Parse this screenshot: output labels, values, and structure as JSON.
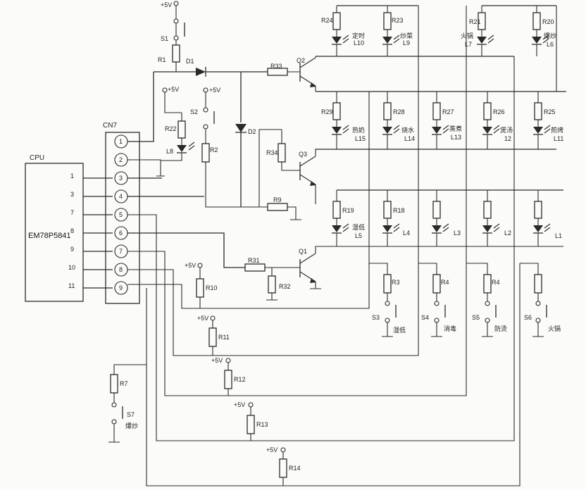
{
  "cpu": {
    "label": "CPU",
    "chip": "EM78P5841",
    "pins": [
      "1",
      "3",
      "7",
      "8",
      "9",
      "10",
      "11"
    ]
  },
  "connector": {
    "label": "CN7",
    "pins": [
      "1",
      "2",
      "3",
      "4",
      "5",
      "6",
      "7",
      "8",
      "9"
    ]
  },
  "supply": "+5V",
  "resistors": {
    "r1": "R1",
    "r7": "R7",
    "r9": "R9",
    "r10": "R10",
    "r11": "R11",
    "r12": "R12",
    "r13": "R13",
    "r14": "R14",
    "r22": "R22",
    "r31": "R31",
    "r32": "R32",
    "r33": "R33",
    "r34": "R34",
    "r24": "R24",
    "r23": "R23",
    "r21": "R21",
    "r20": "R20",
    "r29": "R29",
    "r28": "R28",
    "r27": "R27",
    "r26": "R26",
    "r25": "R25",
    "r19": "R19",
    "r18": "R18",
    "r3": "R3",
    "r4a": "R4",
    "r4b": "R4"
  },
  "resistor_r2_label": "R2",
  "diodes": {
    "d1": "D1",
    "d2": "D2"
  },
  "transistors": {
    "q1": "Q1",
    "q2": "Q2",
    "q3": "Q3"
  },
  "switches": {
    "s1": "S1",
    "s2": "S2",
    "s3": "S3",
    "s4": "S4",
    "s5": "S5",
    "s6": "S6",
    "s7": "S7"
  },
  "switch_text": {
    "s3": "湿低",
    "s4": "消毒",
    "s5": "防烫",
    "s6": "火锅",
    "s7": "爆炒"
  },
  "leds": {
    "l10": {
      "name": "定时",
      "id": "L10"
    },
    "l9": {
      "name": "炒菜",
      "id": "L9"
    },
    "l7": {
      "name": "火锅",
      "id": "L7"
    },
    "l6": {
      "name": "爆炒",
      "id": "L6"
    },
    "l15": {
      "name": "热奶",
      "id": "L15"
    },
    "l14": {
      "name": "烧水",
      "id": "L14"
    },
    "l13": {
      "name": "蒸煮",
      "id": "L13"
    },
    "l12": {
      "name": "煲汤",
      "id": "12"
    },
    "l11": {
      "name": "煎烤",
      "id": "L11"
    },
    "l5": {
      "name": "湿低",
      "id": "L5"
    },
    "l4": {
      "name": "",
      "id": "L4"
    },
    "l3": {
      "name": "",
      "id": "L3"
    },
    "l2": {
      "name": "",
      "id": "L2"
    },
    "l1": {
      "name": "",
      "id": "L1"
    },
    "l8": {
      "name": "",
      "id": "L8"
    }
  }
}
